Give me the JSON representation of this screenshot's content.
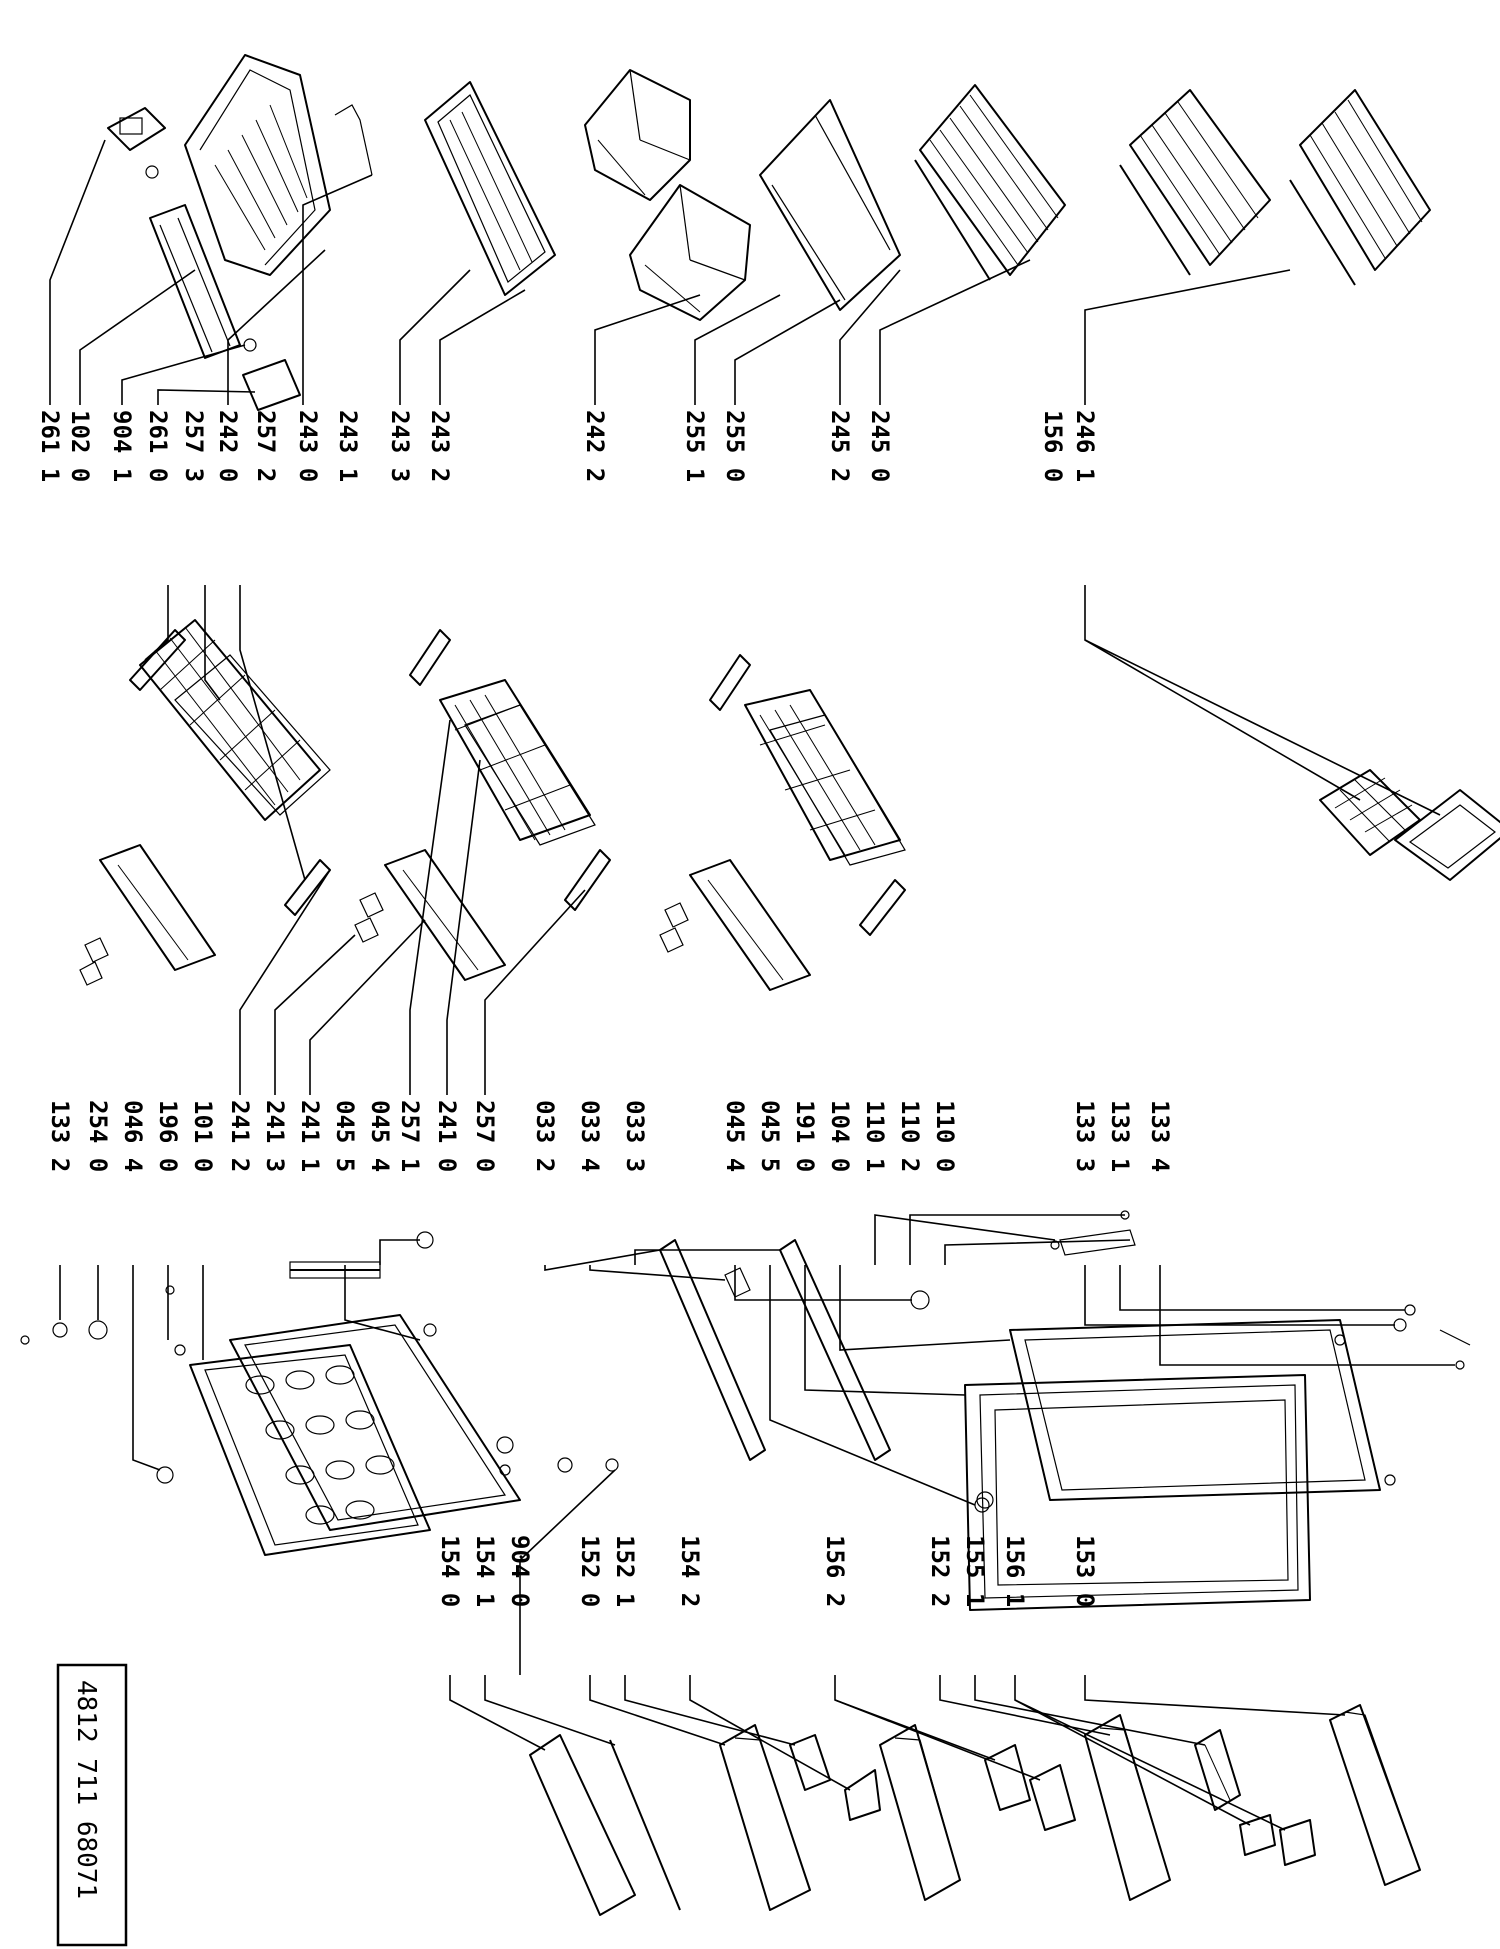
{
  "document_number": "4812 711 68071",
  "labels": [
    {
      "id": "l0",
      "text": "261 1"
    },
    {
      "id": "l1",
      "text": "102 0"
    },
    {
      "id": "l2",
      "text": "904 1"
    },
    {
      "id": "l3",
      "text": "261 0"
    },
    {
      "id": "l4",
      "text": "257 3"
    },
    {
      "id": "l5",
      "text": "242 0"
    },
    {
      "id": "l6",
      "text": "257 2"
    },
    {
      "id": "l7",
      "text": "243 0"
    },
    {
      "id": "l8",
      "text": "243 1"
    },
    {
      "id": "l9",
      "text": "243 3"
    },
    {
      "id": "l10",
      "text": "243 2"
    },
    {
      "id": "l11",
      "text": "242 2"
    },
    {
      "id": "l12",
      "text": "255 1"
    },
    {
      "id": "l13",
      "text": "255 0"
    },
    {
      "id": "l14",
      "text": "245 2"
    },
    {
      "id": "l15",
      "text": "245 0"
    },
    {
      "id": "l16",
      "text": "246 1"
    },
    {
      "id": "l17",
      "text": "156 0"
    },
    {
      "id": "l18",
      "text": "133 2"
    },
    {
      "id": "l19",
      "text": "254 0"
    },
    {
      "id": "l20",
      "text": "046 4"
    },
    {
      "id": "l21",
      "text": "196 0"
    },
    {
      "id": "l22",
      "text": "101 0"
    },
    {
      "id": "l23",
      "text": "241 2"
    },
    {
      "id": "l24",
      "text": "241 3"
    },
    {
      "id": "l25",
      "text": "241 1"
    },
    {
      "id": "l26",
      "text": "045 5"
    },
    {
      "id": "l27",
      "text": "045 4"
    },
    {
      "id": "l28",
      "text": "257 1"
    },
    {
      "id": "l29",
      "text": "241 0"
    },
    {
      "id": "l30",
      "text": "257 0"
    },
    {
      "id": "l31",
      "text": "033 2"
    },
    {
      "id": "l32",
      "text": "033 4"
    },
    {
      "id": "l33",
      "text": "033 3"
    },
    {
      "id": "l34",
      "text": "045 4"
    },
    {
      "id": "l35",
      "text": "045 5"
    },
    {
      "id": "l36",
      "text": "191 0"
    },
    {
      "id": "l37",
      "text": "104 0"
    },
    {
      "id": "l38",
      "text": "110 1"
    },
    {
      "id": "l39",
      "text": "110 2"
    },
    {
      "id": "l40",
      "text": "110 0"
    },
    {
      "id": "l41",
      "text": "133 3"
    },
    {
      "id": "l42",
      "text": "133 1"
    },
    {
      "id": "l43",
      "text": "133 4"
    },
    {
      "id": "l44",
      "text": "154 0"
    },
    {
      "id": "l45",
      "text": "154 1"
    },
    {
      "id": "l46",
      "text": "904 0"
    },
    {
      "id": "l47",
      "text": "152 0"
    },
    {
      "id": "l48",
      "text": "152 1"
    },
    {
      "id": "l49",
      "text": "154 2"
    },
    {
      "id": "l50",
      "text": "156 2"
    },
    {
      "id": "l51",
      "text": "152 2"
    },
    {
      "id": "l52",
      "text": "155 1"
    },
    {
      "id": "l53",
      "text": "156 1"
    },
    {
      "id": "l54",
      "text": "153 0"
    }
  ]
}
